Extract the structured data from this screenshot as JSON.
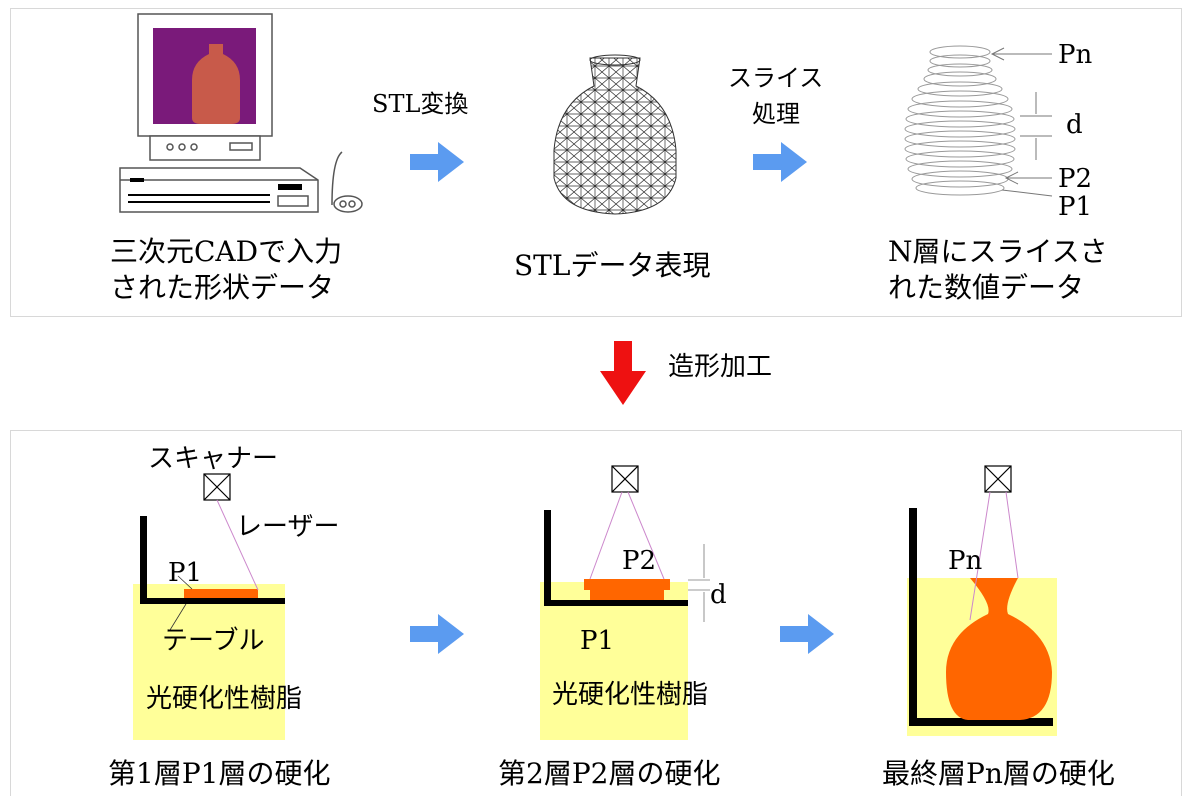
{
  "top": {
    "input_caption": [
      "三次元CADで入力",
      "された形状データ"
    ],
    "convert_label": "STL変換",
    "stl_caption": "STLデータ表現",
    "slice_label": [
      "スライス",
      "処理"
    ],
    "sliced_caption": [
      "N層にスライスさ",
      "れた数値データ"
    ],
    "layer_labels": {
      "pn": "Pn",
      "d": "d",
      "p2": "P2",
      "p1": "P1"
    }
  },
  "middle": {
    "process_label": "造形加工"
  },
  "bottom": {
    "stage1": {
      "scanner": "スキャナー",
      "laser": "レーザー",
      "layer": "P1",
      "table": "テーブル",
      "resin": "光硬化性樹脂",
      "caption": "第1層P1層の硬化"
    },
    "stage2": {
      "layer_top": "P2",
      "gap": "d",
      "layer_bottom": "P1",
      "resin": "光硬化性樹脂",
      "caption": "第2層P2層の硬化"
    },
    "stage3": {
      "layer": "Pn",
      "caption": "最終層Pn層の硬化"
    }
  },
  "colors": {
    "arrow_blue": "#5b9bf0",
    "arrow_red": "#ee1111",
    "resin": "#ffff99",
    "part": "#ff6600",
    "laser": "#cc88cc",
    "screen": "#7a1a7a",
    "vase": "#c85a4a"
  }
}
